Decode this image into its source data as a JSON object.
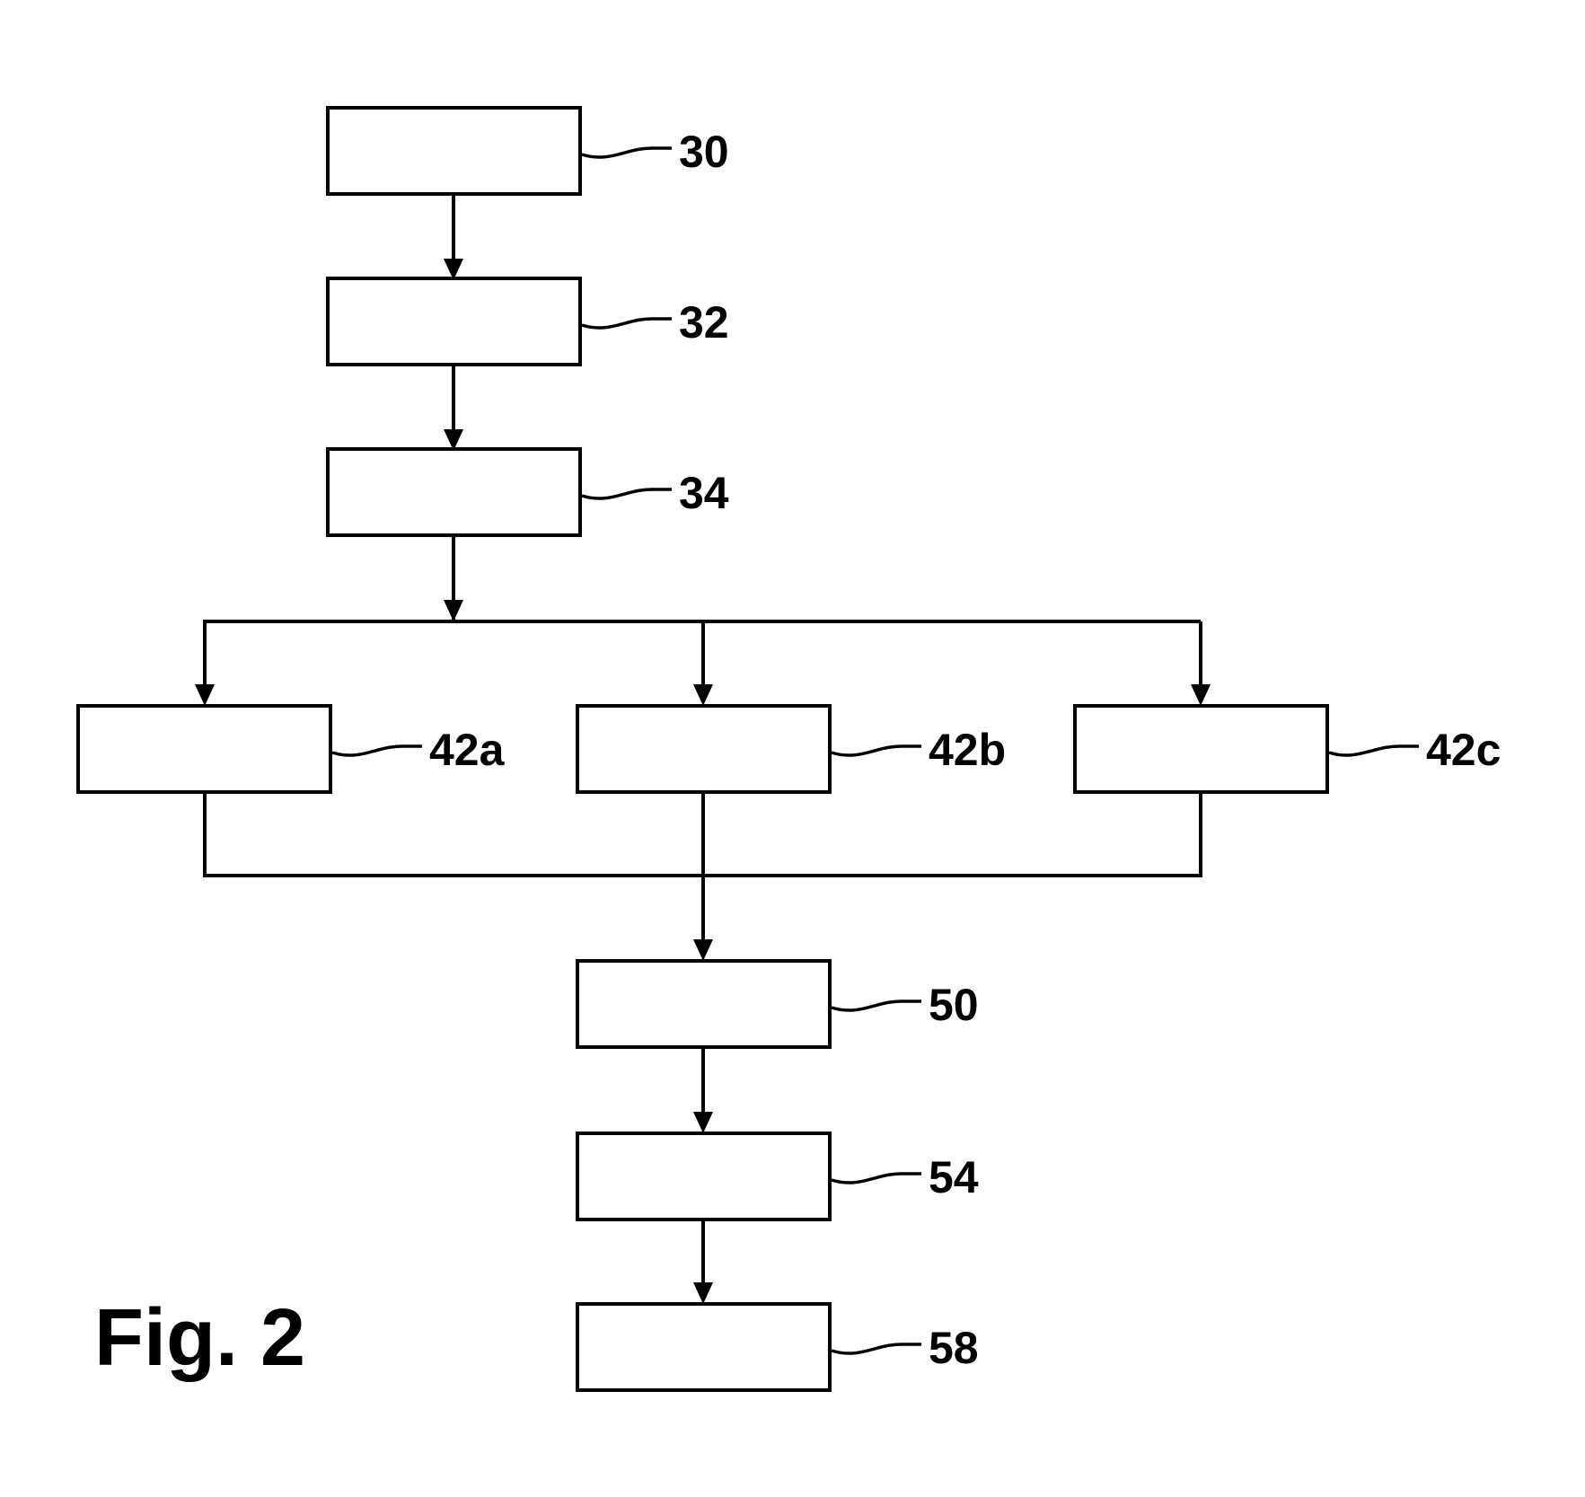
{
  "figure": {
    "caption": "Fig. 2"
  },
  "steps": [
    {
      "id": "30",
      "label": "30"
    },
    {
      "id": "32",
      "label": "32"
    },
    {
      "id": "34",
      "label": "34"
    },
    {
      "id": "42a",
      "label": "42a"
    },
    {
      "id": "42b",
      "label": "42b"
    },
    {
      "id": "42c",
      "label": "42c"
    },
    {
      "id": "50",
      "label": "50"
    },
    {
      "id": "54",
      "label": "54"
    },
    {
      "id": "58",
      "label": "58"
    }
  ],
  "flow": [
    [
      "30",
      "32"
    ],
    [
      "32",
      "34"
    ],
    [
      "34",
      "42a"
    ],
    [
      "34",
      "42b"
    ],
    [
      "34",
      "42c"
    ],
    [
      "42a",
      "50"
    ],
    [
      "42b",
      "50"
    ],
    [
      "42c",
      "50"
    ],
    [
      "50",
      "54"
    ],
    [
      "54",
      "58"
    ]
  ],
  "colors": {
    "line": "#000000",
    "background": "#ffffff"
  }
}
